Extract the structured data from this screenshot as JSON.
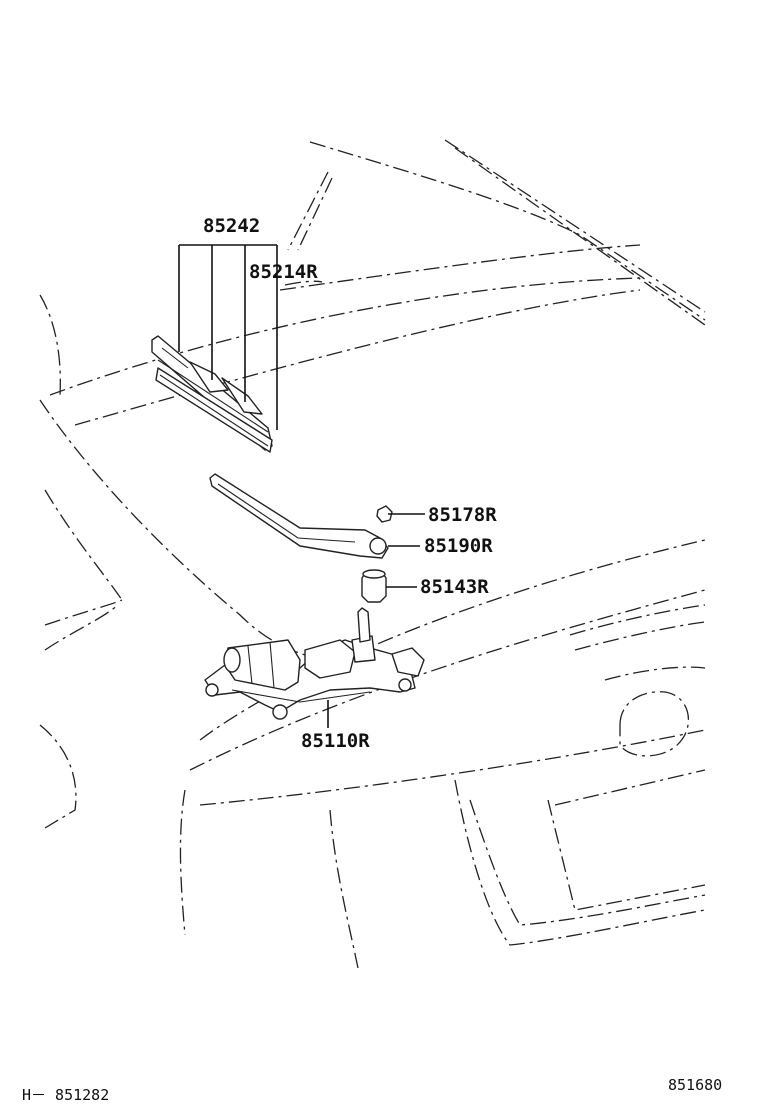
{
  "labels": {
    "blade": "85242",
    "blade_rubber": "85214R",
    "nut": "85178R",
    "arm": "85190R",
    "cap": "85143R",
    "motor": "85110R"
  },
  "footer": {
    "left": "H－ 851282",
    "right": "851680"
  }
}
